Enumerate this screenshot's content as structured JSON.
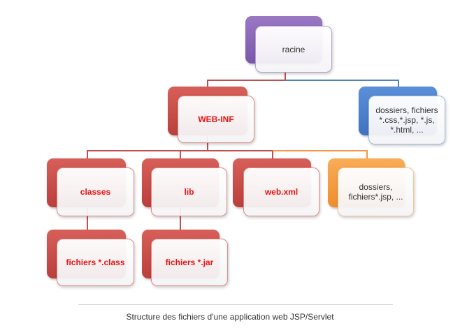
{
  "diagram": {
    "colors": {
      "purple": "#7f5bb0",
      "red": "#c0504d",
      "blue": "#4f81bd",
      "orange": "#f79646"
    },
    "nodes": {
      "root": "racine",
      "webinf": "WEB-INF",
      "static": "dossiers, fichiers *.css,*.jsp, *.js, *.html, ...",
      "classes": "classes",
      "lib": "lib",
      "webxml": "web.xml",
      "other": "dossiers, fichiers*.jsp, ...",
      "classfiles": "fichiers *.class",
      "jarfiles": "fichiers *.jar"
    }
  },
  "caption": "Structure des fichiers d'une application web JSP/Servlet"
}
